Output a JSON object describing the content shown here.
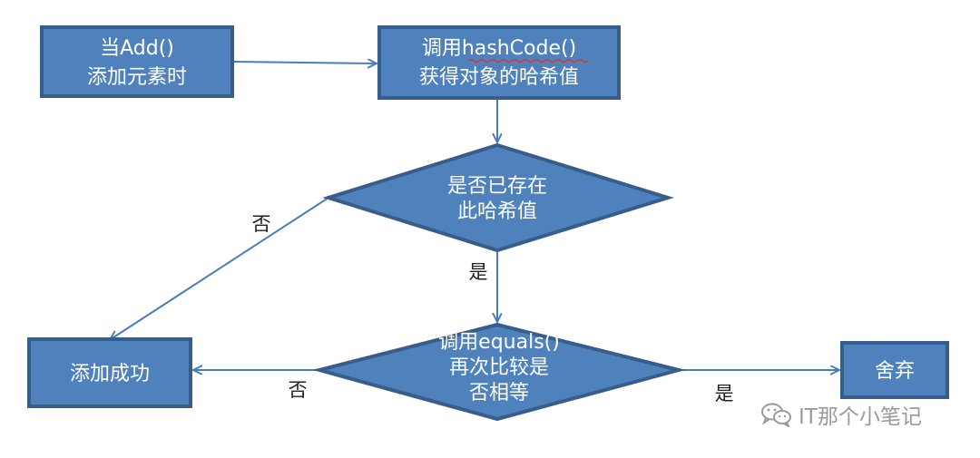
{
  "nodes": {
    "start": {
      "line1": "当Add()",
      "line2": "添加元素时"
    },
    "hash": {
      "line1_prefix": "调用",
      "line1_method": "hashCode()",
      "line2": "获得对象的哈希值"
    },
    "exists": {
      "line1": "是否已存在",
      "line2": "此哈希值"
    },
    "equals": {
      "line1": "调用equals()",
      "line2": "再次比较是",
      "line3": "否相等"
    },
    "success": {
      "label": "添加成功"
    },
    "discard": {
      "label": "舍弃"
    }
  },
  "edges": {
    "exists_no": "否",
    "exists_yes": "是",
    "equals_no": "否",
    "equals_yes": "是"
  },
  "watermark": {
    "text": "IT那个小笔记",
    "icon": "wechat-icon"
  },
  "colors": {
    "node_fill": "#4f81bd",
    "node_stroke": "#385d8a",
    "arrow": "#4a7ebb",
    "misspell_underline": "#d9342b"
  }
}
